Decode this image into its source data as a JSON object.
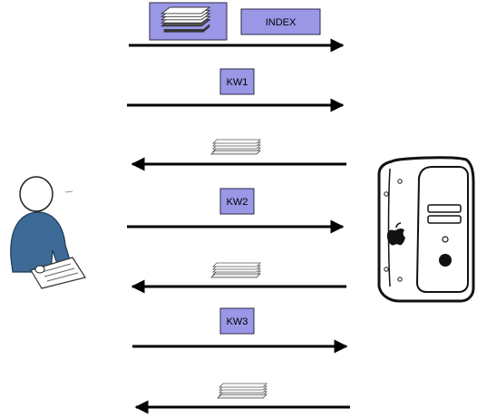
{
  "index_box": {
    "label": "INDEX"
  },
  "keywords": [
    {
      "label": "KW1"
    },
    {
      "label": "KW2"
    },
    {
      "label": "KW3"
    }
  ],
  "actors": {
    "client": {
      "icon": "user-reading-icon"
    },
    "server": {
      "icon": "computer-tower-icon"
    }
  },
  "messages": [
    {
      "direction": "to-server",
      "payload": "documents+index"
    },
    {
      "direction": "to-server",
      "payload": "KW1"
    },
    {
      "direction": "to-client",
      "payload": "documents"
    },
    {
      "direction": "to-server",
      "payload": "KW2"
    },
    {
      "direction": "to-client",
      "payload": "documents"
    },
    {
      "direction": "to-server",
      "payload": "KW3"
    },
    {
      "direction": "to-client",
      "payload": "documents"
    }
  ],
  "colors": {
    "box_fill": "#9a97e6",
    "box_stroke": "#2c2a4a",
    "person_shirt": "#3d6a96",
    "arrow": "#000000"
  }
}
